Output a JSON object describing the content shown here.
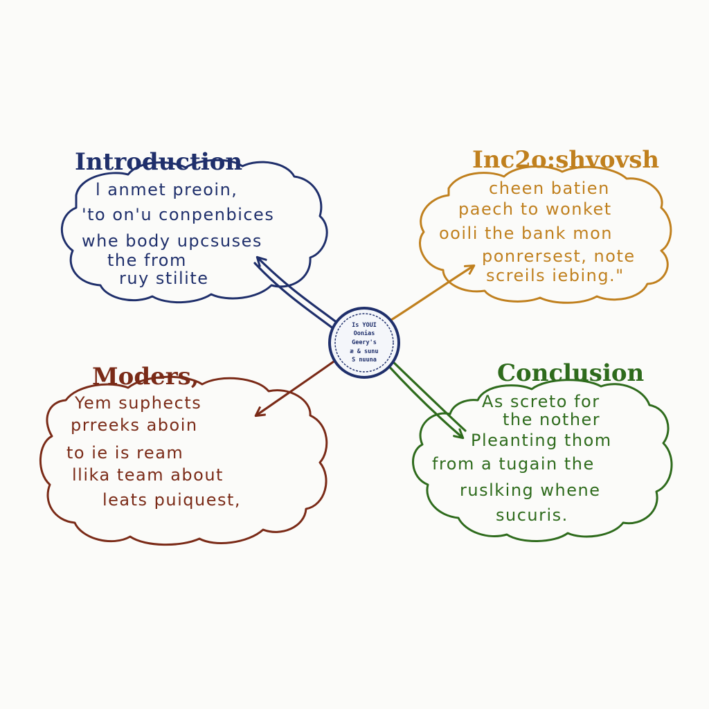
{
  "colors": {
    "introduction": "#1f2f6b",
    "top_right": "#c0801e",
    "modern": "#7a2a17",
    "conclusion": "#2e6b1c",
    "hub": "#1f2f6b"
  },
  "hub": {
    "lines": [
      "Is YOUI",
      "Oonias",
      "Geery's",
      "æ & sunu",
      "S nuuna"
    ]
  },
  "nodes": {
    "introduction": {
      "title": "Introduction",
      "lines": [
        "l   anmet   preoin,",
        "'to  on'u  conpenbices",
        "whe   body   upcsuses",
        "the   from",
        "ruy   stilite"
      ]
    },
    "top_right": {
      "title": "Inc2o:shvovsh",
      "lines": [
        "cheen   batien",
        "paech   to   wonket",
        "ooili   the   bank   mon",
        "ponrersest,   note",
        "screils   iebing.\""
      ]
    },
    "modern": {
      "title": "Moders,",
      "lines": [
        "Yem   suphects",
        "prreeks   aboin",
        "to   ie   is   ream",
        "llika   team   about",
        "leats   puiquest,"
      ]
    },
    "conclusion": {
      "title": "Conclusion",
      "lines": [
        "As   screto   for",
        "the   nother",
        "Pleanting   thom",
        "from   a   tugain   the",
        "ruslking   whene",
        "sucuris."
      ]
    }
  }
}
